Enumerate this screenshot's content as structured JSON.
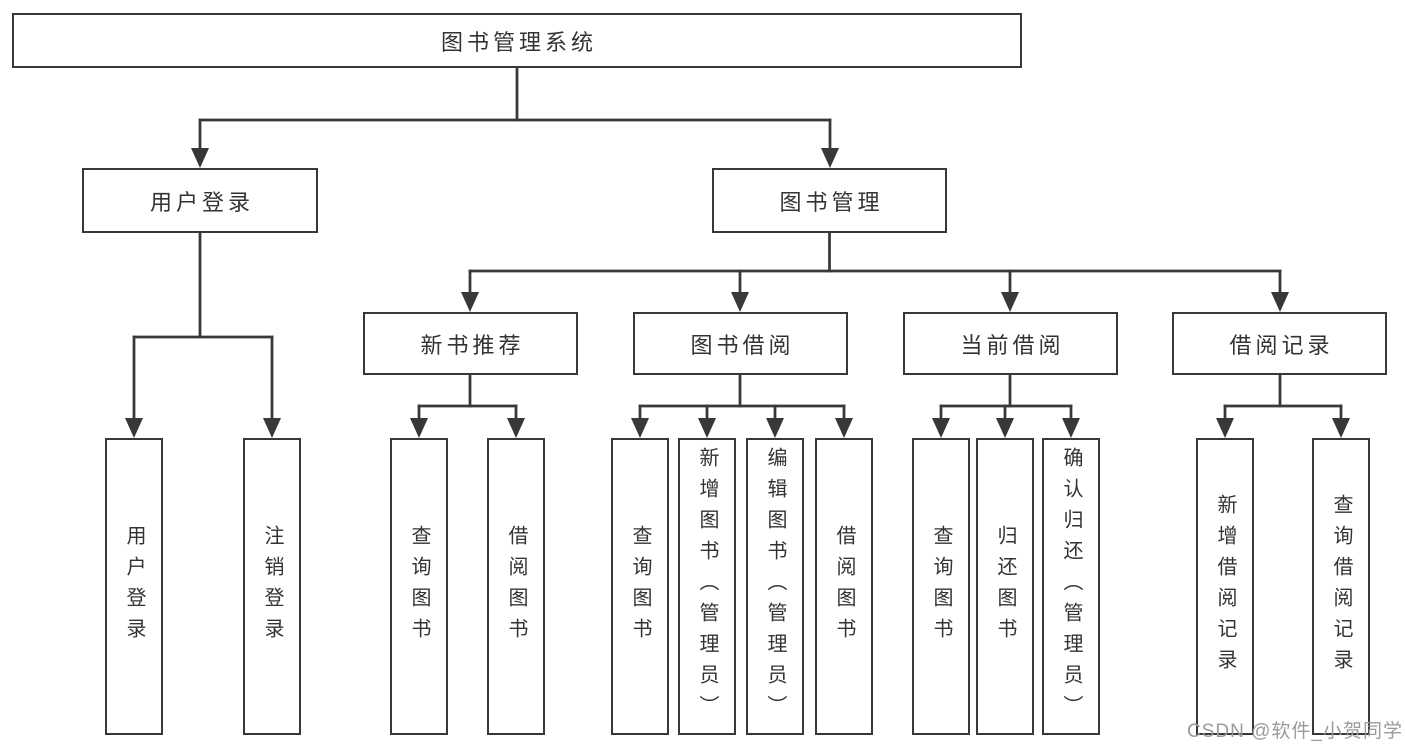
{
  "tree": {
    "label": "图书管理系统",
    "children": [
      {
        "label": "用户登录",
        "children": [
          {
            "label": "用户登录"
          },
          {
            "label": "注销登录"
          }
        ]
      },
      {
        "label": "图书管理",
        "children": [
          {
            "label": "新书推荐",
            "children": [
              {
                "label": "查询图书"
              },
              {
                "label": "借阅图书"
              }
            ]
          },
          {
            "label": "图书借阅",
            "children": [
              {
                "label": "查询图书"
              },
              {
                "label": "新增图书（管理员）"
              },
              {
                "label": "编辑图书（管理员）"
              },
              {
                "label": "借阅图书"
              }
            ]
          },
          {
            "label": "当前借阅",
            "children": [
              {
                "label": "查询图书"
              },
              {
                "label": "归还图书"
              },
              {
                "label": "确认归还（管理员）"
              }
            ]
          },
          {
            "label": "借阅记录",
            "children": [
              {
                "label": "新增借阅记录"
              },
              {
                "label": "查询借阅记录"
              }
            ]
          }
        ]
      }
    ]
  },
  "watermark": {
    "text": "CSDN @软件_小贺同学"
  },
  "colors": {
    "line": "#383838",
    "box_border": "#383838",
    "text": "#333333",
    "background": "#ffffff",
    "watermark": "#9b9b9b"
  }
}
